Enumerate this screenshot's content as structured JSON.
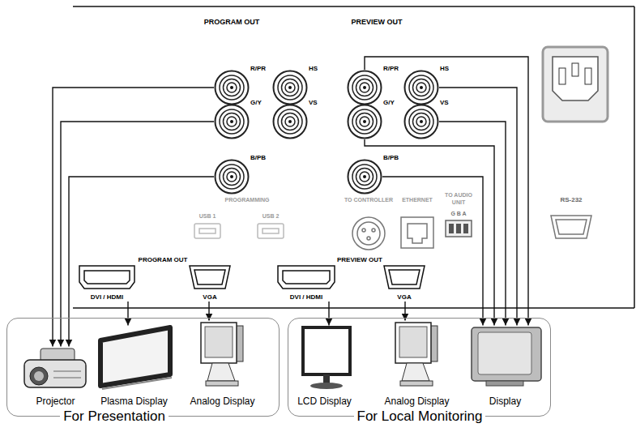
{
  "diagram": {
    "nodes": [
      {
        "text": [
          "R/PR"
        ]
      },
      {
        "text": [
          "HS"
        ]
      },
      {
        "text": [
          "R/PR"
        ]
      },
      {
        "text": [
          "HS"
        ]
      },
      {
        "text": [
          "G/Y"
        ]
      },
      {
        "text": [
          "VS"
        ]
      },
      {
        "text": [
          "G/Y"
        ]
      },
      {
        "text": [
          "VS"
        ]
      },
      {
        "text": [
          "B/PB"
        ]
      },
      {
        "text": [
          "B/PB"
        ]
      },
      {
        "text": [
          "DVI / HDMI"
        ]
      },
      {
        "text": [
          "VGA"
        ]
      },
      {
        "text": [
          "DVI / HDMI"
        ]
      },
      {
        "text": [
          "VGA"
        ]
      },
      {
        "text": [
          "For Presentation"
        ]
      },
      {
        "text": [
          "Projector"
        ],
        "in": 14
      },
      {
        "text": [
          "Plasma Display"
        ],
        "in": 14
      },
      {
        "text": [
          "Analog Display"
        ],
        "in": 14
      },
      {
        "text": [
          "For Local Monitoring"
        ]
      },
      {
        "text": [
          "LCD Display"
        ],
        "in": 18
      },
      {
        "text": [
          "Analog Display"
        ],
        "in": 18
      },
      {
        "text": [
          "Display"
        ],
        "in": 18
      }
    ],
    "edges": [
      {
        "from": 0,
        "to": 15,
        "arrow": "to"
      },
      {
        "from": 4,
        "to": 15,
        "arrow": "to"
      },
      {
        "from": 8,
        "to": 15,
        "arrow": "to"
      },
      {
        "from": 2,
        "to": 21,
        "arrow": "to"
      },
      {
        "from": 3,
        "to": 21,
        "arrow": "to"
      },
      {
        "from": 6,
        "to": 21,
        "arrow": "to"
      },
      {
        "from": 7,
        "to": 21,
        "arrow": "to"
      },
      {
        "from": 9,
        "to": 21,
        "arrow": "to"
      },
      {
        "from": 10,
        "to": 16,
        "arrow": "to"
      },
      {
        "from": 11,
        "to": 17,
        "arrow": "to"
      },
      {
        "from": 12,
        "to": 19,
        "arrow": "to"
      },
      {
        "from": 13,
        "to": 20,
        "arrow": "to"
      }
    ],
    "labels": [
      "PROGRAM OUT",
      "PREVIEW OUT",
      "PROGRAMMING",
      "USB 1",
      "USB 2",
      "TO CONTROLLER",
      "ETHERNET",
      "TO AUDIO UNIT",
      "G B A",
      "RS-232",
      "PROGRAM OUT",
      "PREVIEW OUT"
    ]
  }
}
